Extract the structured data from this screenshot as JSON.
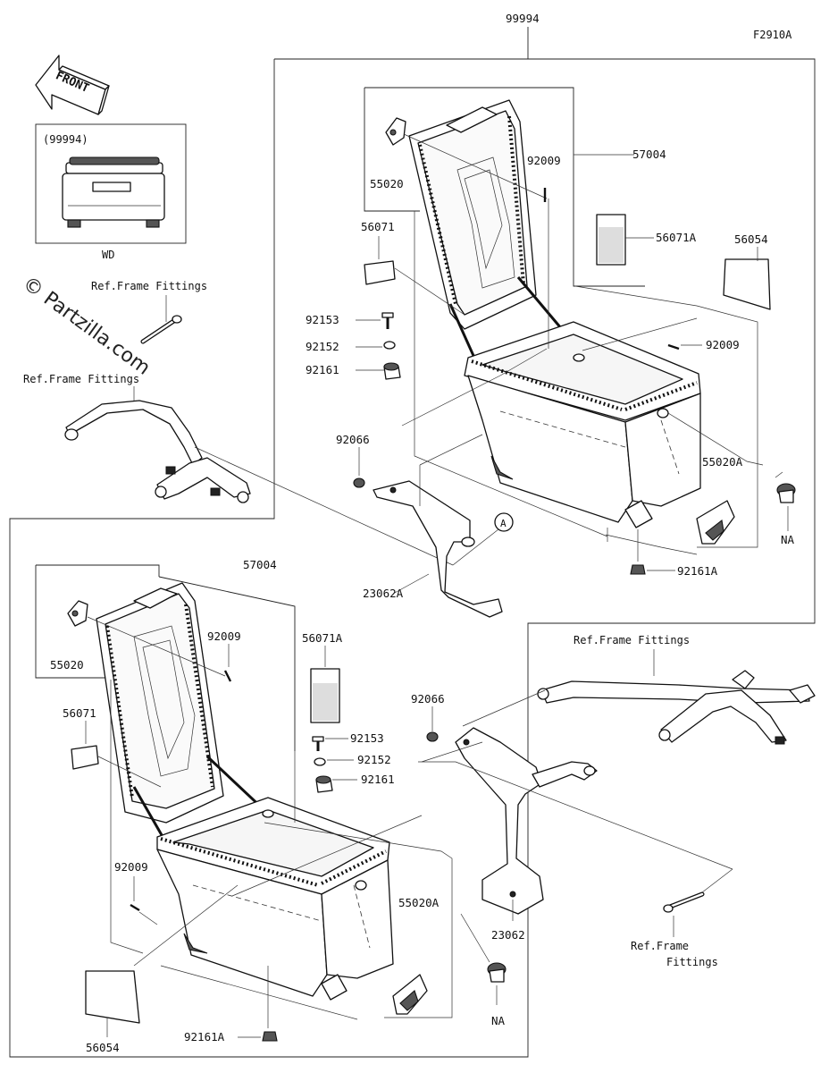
{
  "diagram_code": "F2910A",
  "assembly_code": "99994",
  "front_arrow_label": "FRONT",
  "inset": {
    "code": "(99994)",
    "caption": "WD"
  },
  "watermark": "© Partzilla.com",
  "labels": {
    "ref_frame_fittings_1": "Ref.Frame Fittings",
    "ref_frame_fittings_2": "Ref.Frame Fittings",
    "ref_frame_fittings_3": "Ref.Frame Fittings",
    "ref_frame_fittings_4_line1": "Ref.Frame",
    "ref_frame_fittings_4_line2": "Fittings",
    "top_57004": "57004",
    "top_92009_a": "92009",
    "top_55020": "55020",
    "top_56071": "56071",
    "top_56071A": "56071A",
    "top_56054": "56054",
    "top_92153": "92153",
    "top_92152": "92152",
    "top_92161": "92161",
    "top_92009_b": "92009",
    "top_92066": "92066",
    "top_55020A": "55020A",
    "top_NA": "NA",
    "top_A": "A",
    "top_92161A": "92161A",
    "top_23062A": "23062A",
    "bot_57004": "57004",
    "bot_92009_a": "92009",
    "bot_55020": "55020",
    "bot_56071A": "56071A",
    "bot_56071": "56071",
    "bot_92153": "92153",
    "bot_92152": "92152",
    "bot_92161": "92161",
    "bot_92066": "92066",
    "bot_92009_b": "92009",
    "bot_55020A": "55020A",
    "bot_56054": "56054",
    "bot_92161A": "92161A",
    "bot_NA": "NA",
    "bot_23062": "23062"
  }
}
